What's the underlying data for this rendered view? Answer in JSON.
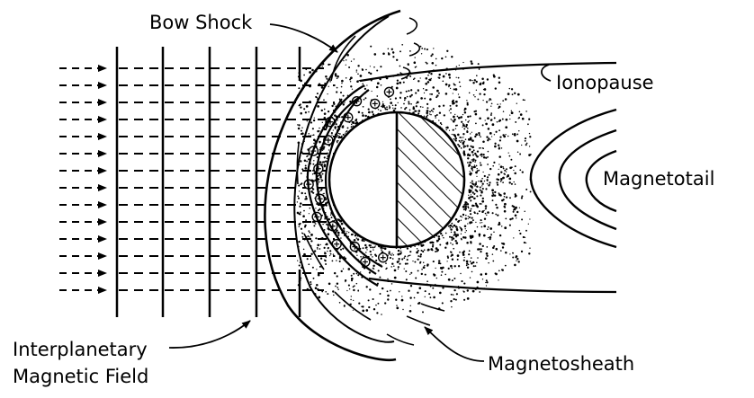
{
  "labels": {
    "bow_shock": "Bow Shock",
    "ionopause": "Ionopause",
    "magnetotail": "Magnetotail",
    "imf_line1": "Interplanetary",
    "imf_line2": "Magnetic Field",
    "magnetosheath": "Magnetosheath"
  },
  "colors": {
    "ink": "#000000",
    "paper": "#ffffff"
  }
}
